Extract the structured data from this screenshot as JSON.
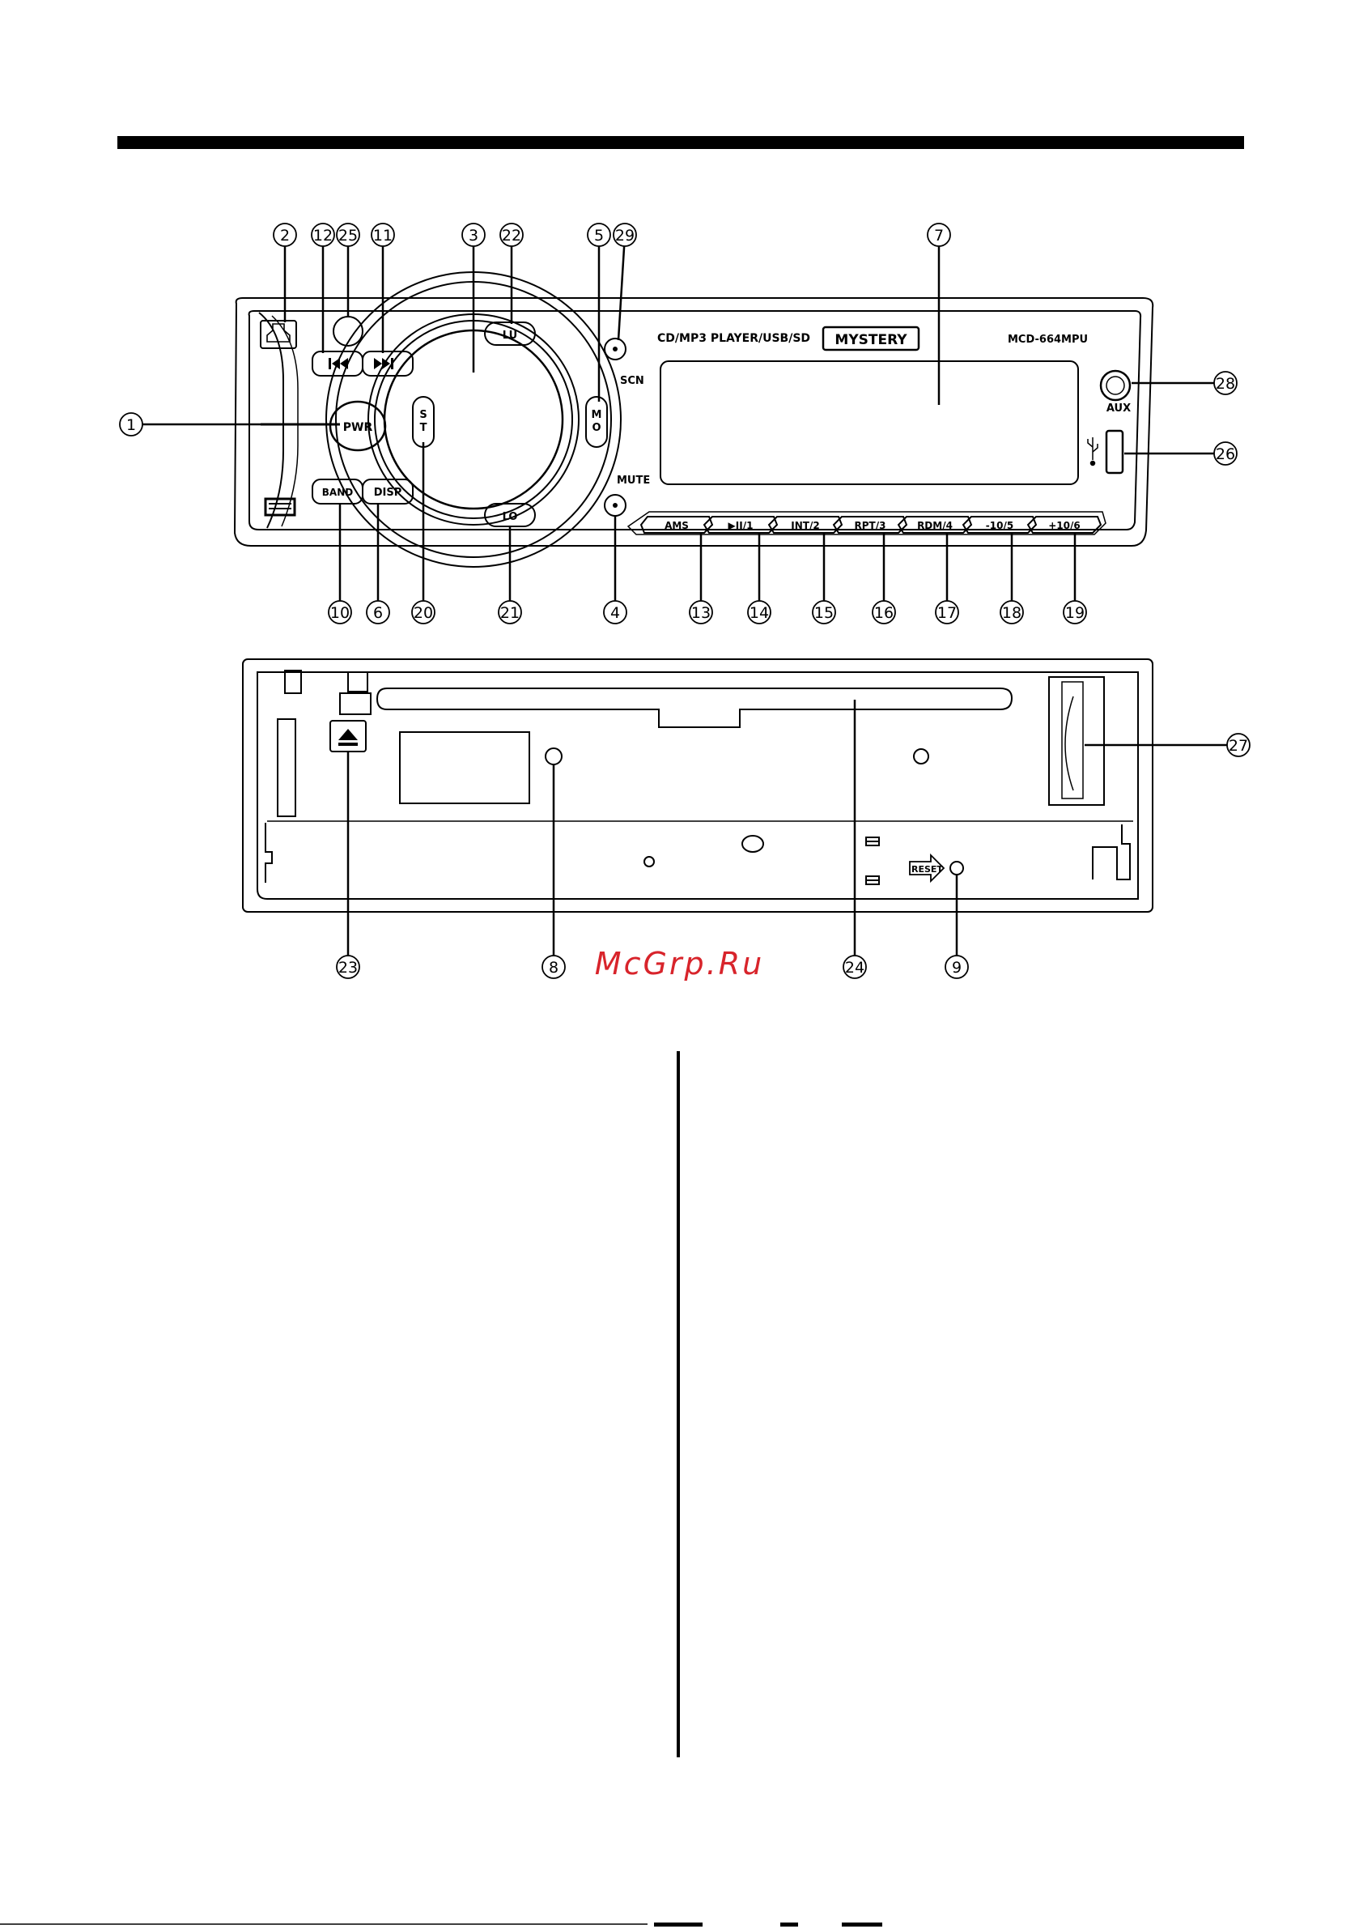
{
  "labels": {
    "model_line": "CD/MP3 PLAYER/USB/SD",
    "brand": "MYSTERY",
    "model": "MCD-664MPU",
    "scn": "SCN",
    "mute": "MUTE",
    "aux": "AUX",
    "reset": "RESET"
  },
  "buttons": {
    "pwr": "PWR",
    "band": "BAND",
    "disp": "DISP",
    "lu": "LU",
    "lo": "LO",
    "st": "ST",
    "mo": "MO",
    "ams": "AMS",
    "play_pause": "▶II/1",
    "int": "INT/2",
    "rpt": "RPT/3",
    "rdm": "RDM/4",
    "minus10": "-10/5",
    "plus10": "+10/6"
  },
  "icons": {
    "eject": "eject-icon",
    "prev": "prev-track-icon",
    "next": "next-track-icon",
    "usb": "usb-icon",
    "disc_logo": "compact-disc-logo"
  },
  "callouts": [
    "1",
    "2",
    "3",
    "4",
    "5",
    "6",
    "7",
    "8",
    "9",
    "10",
    "11",
    "12",
    "13",
    "14",
    "15",
    "16",
    "17",
    "18",
    "19",
    "20",
    "21",
    "22",
    "23",
    "24",
    "25",
    "26",
    "27",
    "28",
    "29"
  ],
  "watermark": "McGrp.Ru",
  "colors": {
    "ink": "#000000",
    "watermark": "#d8242b"
  }
}
